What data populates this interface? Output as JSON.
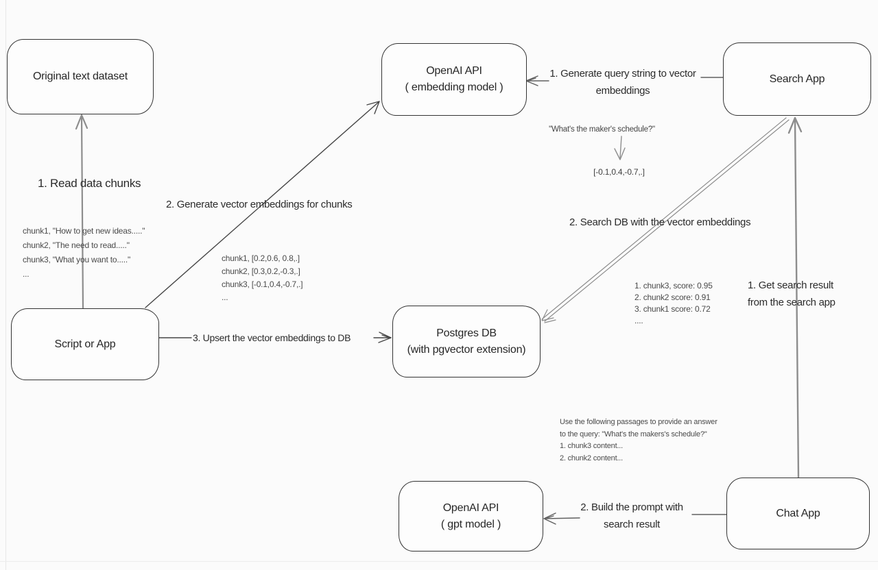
{
  "canvas": {
    "background": "#fbfbfb",
    "edge_line_color": "#e8e8e8"
  },
  "nodes": {
    "original_dataset": {
      "label": "Original text dataset"
    },
    "openai_embedding": {
      "title": "OpenAI API",
      "subtitle": "( embedding model )"
    },
    "search_app": {
      "label": "Search App"
    },
    "script_or_app": {
      "label": "Script or App"
    },
    "postgres_db": {
      "title": "Postgres DB",
      "subtitle": "(with pgvector extension)"
    },
    "openai_gpt": {
      "title": "OpenAI API",
      "subtitle": "( gpt model )"
    },
    "chat_app": {
      "label": "Chat App"
    }
  },
  "edge_labels": {
    "read_chunks": "1. Read data chunks",
    "generate_embeddings": "2. Generate vector embeddings for chunks",
    "upsert": "3. Upsert the vector embeddings  to DB",
    "query_to_vector_line1": "1. Generate query string to vector",
    "query_to_vector_line2": "embeddings",
    "search_db": "2. Search DB with the vector embeddings",
    "get_result_line1": "1. Get search result",
    "get_result_line2": "from the search app",
    "build_prompt_line1": "2. Build the prompt with",
    "build_prompt_line2": "search result"
  },
  "annotations": {
    "chunk_texts": [
      "chunk1, \"How to get new ideas.....\"",
      "chunk2, \"The need to read.....\"",
      "chunk3, \"What you want to.....\"",
      "..."
    ],
    "chunk_vectors": [
      "chunk1, [0.2,0.6, 0.8,.]",
      "chunk2, [0.3,0.2,-0.3,.]",
      "chunk3, [-0.1,0.4,-0.7,.]",
      "..."
    ],
    "query_example": "\"What's the maker's schedule?\"",
    "query_vector": "[-0.1,0.4,-0.7,.]",
    "search_scores": [
      "1. chunk3, score: 0.95",
      "2. chunk2 score: 0.91",
      "3. chunk1 score: 0.72",
      "...."
    ],
    "prompt_example": [
      "Use the following passages to provide an answer",
      "to the query: \"What's the makers's schedule?\"",
      "1. chunk3 content...",
      "2. chunk2 content..."
    ]
  },
  "arrows": {
    "stroke_dark": "#454545",
    "stroke_mid": "#5f5f5f",
    "stroke_gray": "#8d8d8d"
  }
}
